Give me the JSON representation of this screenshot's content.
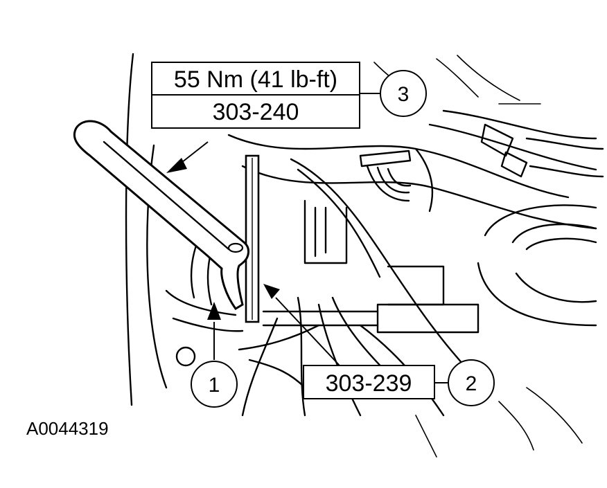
{
  "figure_id": "A0044319",
  "callouts": [
    {
      "number": "1"
    },
    {
      "number": "2",
      "tool_number": "303-239"
    },
    {
      "number": "3",
      "torque": "55 Nm (41 lb-ft)",
      "tool_number": "303-240"
    }
  ]
}
